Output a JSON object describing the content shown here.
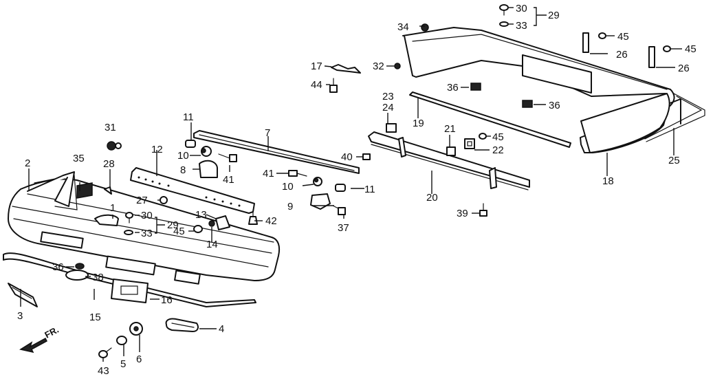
{
  "diagram": {
    "title": "Bumper exploded parts diagram",
    "direction_marker": "FR.",
    "callouts": [
      {
        "id": "c1",
        "label": "1"
      },
      {
        "id": "c2",
        "label": "2"
      },
      {
        "id": "c3",
        "label": "3"
      },
      {
        "id": "c4",
        "label": "4"
      },
      {
        "id": "c5",
        "label": "5"
      },
      {
        "id": "c6",
        "label": "6"
      },
      {
        "id": "c7",
        "label": "7"
      },
      {
        "id": "c8",
        "label": "8"
      },
      {
        "id": "c9",
        "label": "9"
      },
      {
        "id": "c10a",
        "label": "10"
      },
      {
        "id": "c10b",
        "label": "10"
      },
      {
        "id": "c11a",
        "label": "11"
      },
      {
        "id": "c11b",
        "label": "11"
      },
      {
        "id": "c12",
        "label": "12"
      },
      {
        "id": "c13",
        "label": "13"
      },
      {
        "id": "c14",
        "label": "14"
      },
      {
        "id": "c15",
        "label": "15"
      },
      {
        "id": "c16",
        "label": "16"
      },
      {
        "id": "c17",
        "label": "17"
      },
      {
        "id": "c18",
        "label": "18"
      },
      {
        "id": "c19",
        "label": "19"
      },
      {
        "id": "c20",
        "label": "20"
      },
      {
        "id": "c21",
        "label": "21"
      },
      {
        "id": "c22",
        "label": "22"
      },
      {
        "id": "c23",
        "label": "23"
      },
      {
        "id": "c24",
        "label": "24"
      },
      {
        "id": "c25",
        "label": "25"
      },
      {
        "id": "c26a",
        "label": "26"
      },
      {
        "id": "c26b",
        "label": "26"
      },
      {
        "id": "c27",
        "label": "27"
      },
      {
        "id": "c28",
        "label": "28"
      },
      {
        "id": "c29a",
        "label": "29"
      },
      {
        "id": "c29b",
        "label": "29"
      },
      {
        "id": "c30a",
        "label": "30"
      },
      {
        "id": "c30b",
        "label": "30"
      },
      {
        "id": "c31",
        "label": "31"
      },
      {
        "id": "c32",
        "label": "32"
      },
      {
        "id": "c33a",
        "label": "33"
      },
      {
        "id": "c33b",
        "label": "33"
      },
      {
        "id": "c34",
        "label": "34"
      },
      {
        "id": "c35",
        "label": "35"
      },
      {
        "id": "c36a",
        "label": "36"
      },
      {
        "id": "c36b",
        "label": "36"
      },
      {
        "id": "c36c",
        "label": "36"
      },
      {
        "id": "c37",
        "label": "37"
      },
      {
        "id": "c38",
        "label": "38"
      },
      {
        "id": "c39",
        "label": "39"
      },
      {
        "id": "c40",
        "label": "40"
      },
      {
        "id": "c41a",
        "label": "41"
      },
      {
        "id": "c41b",
        "label": "41"
      },
      {
        "id": "c42",
        "label": "42"
      },
      {
        "id": "c43",
        "label": "43"
      },
      {
        "id": "c44",
        "label": "44"
      },
      {
        "id": "c45a",
        "label": "45"
      },
      {
        "id": "c45b",
        "label": "45"
      },
      {
        "id": "c45c",
        "label": "45"
      },
      {
        "id": "c45d",
        "label": "45"
      }
    ]
  }
}
